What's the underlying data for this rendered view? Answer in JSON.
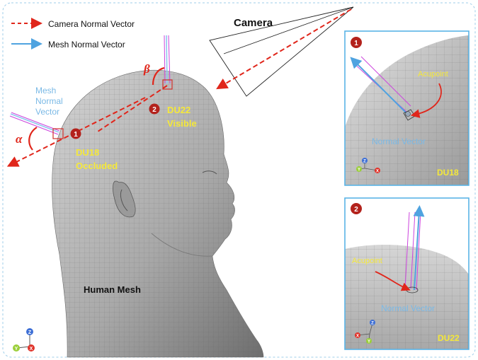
{
  "legend": {
    "camera_vector": "Camera Normal Vector",
    "mesh_vector": "Mesh Normal Vector"
  },
  "labels": {
    "camera": "Camera",
    "mesh_normal": [
      "Mesh",
      "Normal",
      "Vector"
    ],
    "alpha": "α",
    "beta": "β",
    "point1_badge": "1",
    "point2_badge": "2",
    "du18_name": "DU18",
    "du18_status": "Occluded",
    "du22_name": "DU22",
    "du22_status": "Visible",
    "human_mesh": "Human Mesh"
  },
  "axes_main": {
    "z": "Z",
    "y": "Y",
    "x": "X"
  },
  "inset1": {
    "badge": "1",
    "acupoint": "Acupoint",
    "normal_vector": "Normal Vector",
    "code": "DU18",
    "axes": {
      "z": "Z",
      "y": "Y",
      "x": "X"
    }
  },
  "inset2": {
    "badge": "2",
    "acupoint": "Acupoint",
    "normal_vector": "Normal Vector",
    "code": "DU22",
    "axes": {
      "z": "Z",
      "y": "Y",
      "x": "X"
    }
  },
  "colors": {
    "camera_red": "#e0261b",
    "mesh_blue": "#4fa3e0",
    "yellow": "#f5e83a",
    "badge_red": "#b3221c",
    "magenta": "#cc44dd",
    "inset_border": "#5ab4e6"
  }
}
